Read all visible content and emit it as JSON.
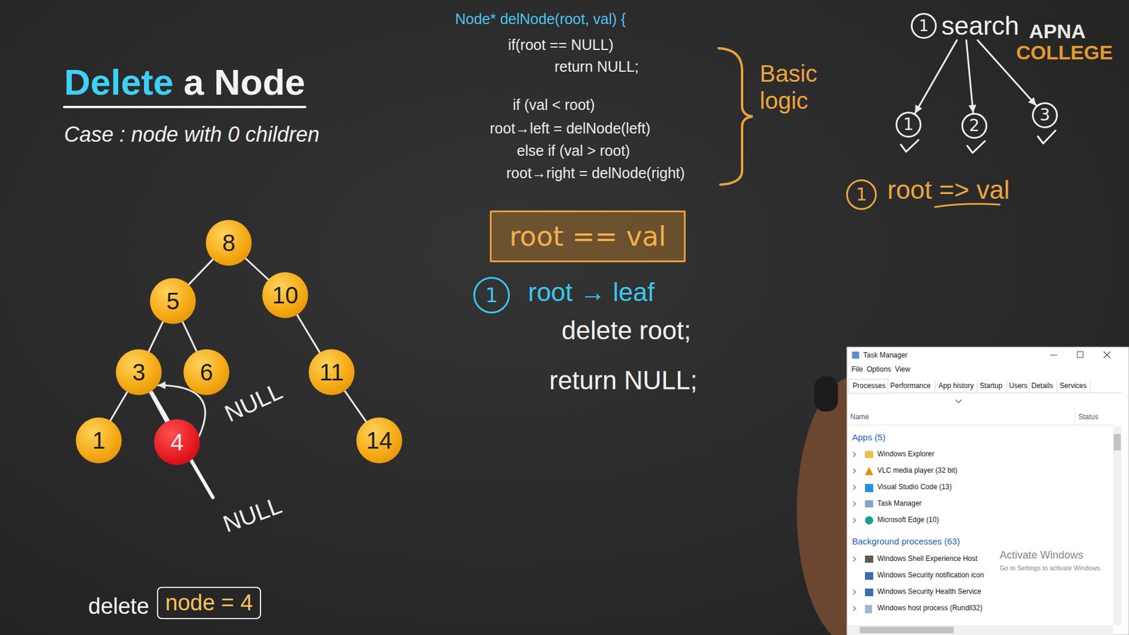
{
  "diagram": {
    "title": "Delete a Node",
    "nodes": [
      {
        "text": [
          "8"
        ]
      },
      {
        "text": [
          "5"
        ]
      },
      {
        "text": [
          "10"
        ]
      },
      {
        "text": [
          "3"
        ]
      },
      {
        "text": [
          "6"
        ]
      },
      {
        "text": [
          "11"
        ]
      },
      {
        "text": [
          "1"
        ]
      },
      {
        "text": [
          "4"
        ]
      },
      {
        "text": [
          "14"
        ]
      },
      {
        "text": [
          "node = 4"
        ]
      },
      {
        "text": [
          "root == val"
        ]
      },
      {
        "text": [
          "1"
        ]
      },
      {
        "text": [
          "1",
          "search"
        ]
      },
      {
        "text": [
          "1"
        ]
      },
      {
        "text": [
          "2"
        ]
      },
      {
        "text": [
          "3"
        ]
      },
      {
        "text": [
          "1"
        ]
      }
    ],
    "edges": [
      {
        "from": 0,
        "to": 1,
        "arrow": "none"
      },
      {
        "from": 0,
        "to": 2,
        "arrow": "none"
      },
      {
        "from": 1,
        "to": 3,
        "arrow": "none"
      },
      {
        "from": 1,
        "to": 4,
        "arrow": "none"
      },
      {
        "from": 2,
        "to": 5,
        "arrow": "none"
      },
      {
        "from": 3,
        "to": 6,
        "arrow": "none"
      },
      {
        "from": 3,
        "to": 7,
        "arrow": "none"
      },
      {
        "from": 5,
        "to": 8,
        "arrow": "none"
      },
      {
        "from": 7,
        "to": 3,
        "arrow": "to",
        "label": "NULL"
      },
      {
        "from": 12,
        "to": 13,
        "arrow": "to"
      },
      {
        "from": 12,
        "to": 14,
        "arrow": "to"
      },
      {
        "from": 12,
        "to": 15,
        "arrow": "to"
      }
    ],
    "labels": [
      "Case : node with 0 children",
      "delete",
      "NULL",
      "Node* delNode(root, val) {",
      "if(root == NULL)",
      "return NULL;",
      "if (val < root)",
      "root→left = delNode(left)",
      "else if (val > root)",
      "root→right = delNode(right)",
      "Basic logic",
      "root → leaf",
      "delete root;",
      "return NULL;",
      "root => val",
      "APNA",
      "COLLEGE",
      "Task Manager",
      "File",
      "Options",
      "View",
      "Processes",
      "Performance",
      "App history",
      "Startup",
      "Users",
      "Details",
      "Services",
      "Name",
      "Status",
      "Apps (5)",
      "Windows Explorer",
      "VLC media player (32 bit)",
      "Visual Studio Code (13)",
      "Task Manager",
      "Microsoft Edge (10)",
      "Background processes (63)",
      "Windows Shell Experience Host",
      "Windows Security notification icon",
      "Windows Security Health Service",
      "Windows host process (Rundll32)",
      "Activate Windows",
      "Go to Settings to activate Windows."
    ]
  }
}
